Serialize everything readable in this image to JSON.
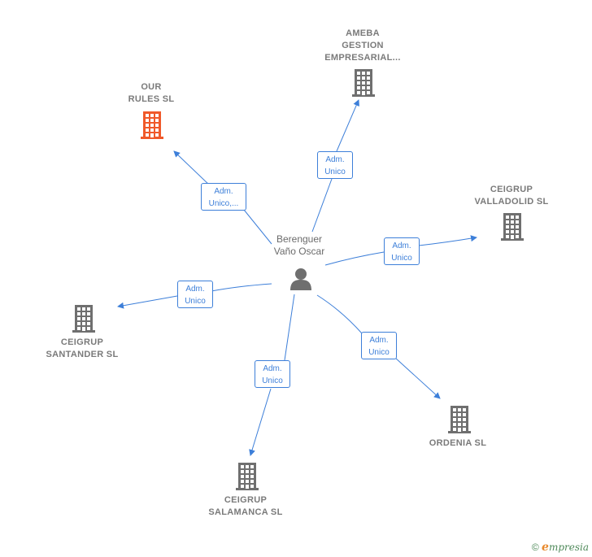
{
  "person": {
    "name_line1": "Berenguer",
    "name_line2": "Vaño Oscar",
    "icon": "person-icon"
  },
  "colors": {
    "edge": "#3d7fd9",
    "building_default": "#6f6f6f",
    "building_highlight": "#f0592a",
    "label": "#7a7a7a"
  },
  "companies": [
    {
      "key": "our-rules",
      "lines": [
        "OUR",
        "RULES  SL"
      ],
      "highlight": true,
      "icon": "building-icon"
    },
    {
      "key": "ameba",
      "lines": [
        "AMEBA",
        "GESTION",
        "EMPRESARIAL..."
      ],
      "highlight": false,
      "icon": "building-icon"
    },
    {
      "key": "ceigrup-valladolid",
      "lines": [
        "CEIGRUP",
        "VALLADOLID SL"
      ],
      "highlight": false,
      "icon": "building-icon"
    },
    {
      "key": "ceigrup-santander",
      "lines": [
        "CEIGRUP",
        "SANTANDER SL"
      ],
      "highlight": false,
      "icon": "building-icon"
    },
    {
      "key": "ordenia",
      "lines": [
        "ORDENIA SL"
      ],
      "highlight": false,
      "icon": "building-icon"
    },
    {
      "key": "ceigrup-salamanca",
      "lines": [
        "CEIGRUP",
        "SALAMANCA SL"
      ],
      "highlight": false,
      "icon": "building-icon"
    }
  ],
  "relations": [
    {
      "company": "our-rules",
      "lines": [
        "Adm.",
        "Unico,..."
      ]
    },
    {
      "company": "ameba",
      "lines": [
        "Adm.",
        "Unico"
      ]
    },
    {
      "company": "ceigrup-valladolid",
      "lines": [
        "Adm.",
        "Unico"
      ]
    },
    {
      "company": "ceigrup-santander",
      "lines": [
        "Adm.",
        "Unico"
      ]
    },
    {
      "company": "ordenia",
      "lines": [
        "Adm.",
        "Unico"
      ]
    },
    {
      "company": "ceigrup-salamanca",
      "lines": [
        "Adm.",
        "Unico"
      ]
    }
  ],
  "footer": {
    "copyright": "©",
    "brand_initial": "e",
    "brand_rest": "mpresia"
  }
}
